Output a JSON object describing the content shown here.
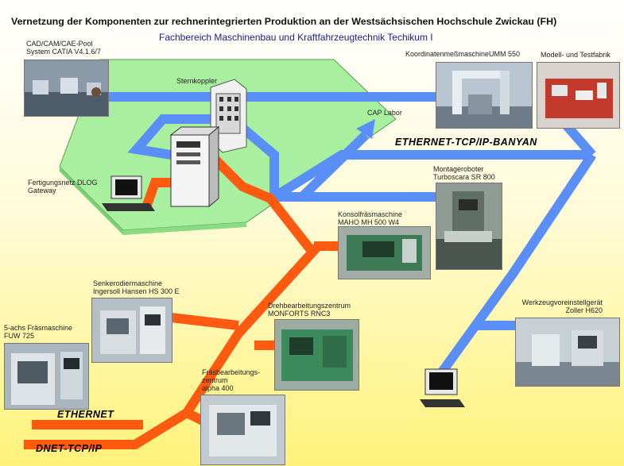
{
  "title": "Vernetzung der Komponenten zur rechnerintegrierten Produktion an der Westsächsischen Hochschule Zwickau (FH)",
  "subtitle": "Fachbereich Maschinenbau und Kraftfahrzeugtechnik Techikum I",
  "networks": {
    "ethernet_tcpip_banyan": "ETHERNET-TCP/IP-BANYAN",
    "ethernet": "ETHERNET",
    "dnet_tcpip": "DNET-TCP/IP"
  },
  "colors": {
    "blue_net": "#5b8ff8",
    "orange_net": "#ff5a10",
    "platform": "#a8f0a0"
  },
  "labels": {
    "cad_pool": [
      "CAD/CAM/CAE-Pool",
      "System CATIA V4.1.6/7"
    ],
    "sternkoppler": "Sternkoppler",
    "koordinaten": "KoordinatenmeßmaschineUMM 550",
    "modell": "Modell- und Testfabrik",
    "cap_labor": "CAP Labor",
    "fertigungsnetz": [
      "Fertigungsnetz DLOG",
      "Gateway"
    ],
    "montageroboter": [
      "Montageroboter",
      "Turboscara SR 800"
    ],
    "konsolfraes": [
      "Konsolfräsmaschine",
      "MAHO MH 500 W4"
    ],
    "senkerodier": [
      "Senkerodiermaschine",
      "Ingersoll Hansen HS 300 E"
    ],
    "werkzeug": [
      "Werkzeugvoreinstellgerät",
      "Zoller H620"
    ],
    "dreh": [
      "Drehbearbeitungszentrum",
      "MONFORTS RNC3"
    ],
    "fuenfachs": [
      "5-achs Fräsmaschine",
      "FUW 725"
    ],
    "fraesbearb": [
      "Fräsbearbeitungs-",
      "zentrum",
      "alpha 400"
    ]
  }
}
